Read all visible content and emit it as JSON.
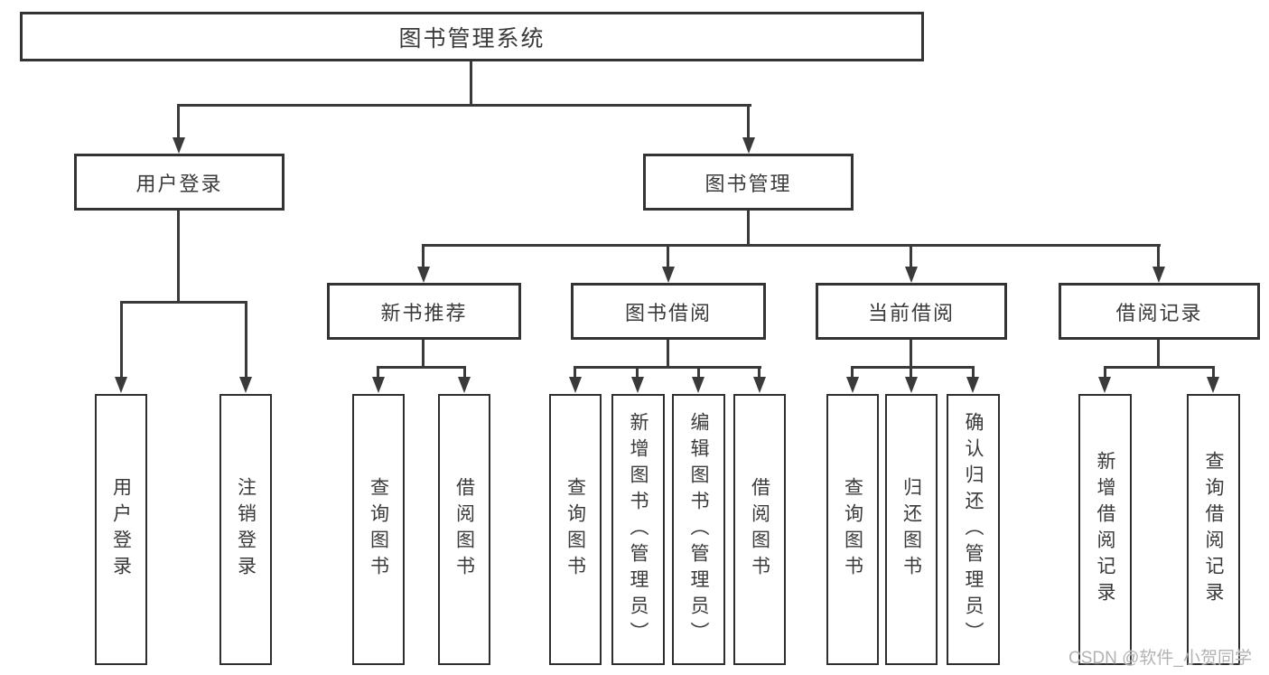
{
  "diagram": {
    "root": {
      "label": "图书管理系统"
    },
    "level2": {
      "user_login": {
        "label": "用户登录"
      },
      "book_mgmt": {
        "label": "图书管理"
      }
    },
    "level3": {
      "new_book_rec": {
        "label": "新书推荐"
      },
      "book_borrow": {
        "label": "图书借阅"
      },
      "current_borrow": {
        "label": "当前借阅"
      },
      "borrow_records": {
        "label": "借阅记录"
      }
    },
    "leaves": {
      "user_login": {
        "label": "用户登录"
      },
      "logout": {
        "label": "注销登录"
      },
      "query_book_1": {
        "label": "查询图书"
      },
      "borrow_book_1": {
        "label": "借阅图书"
      },
      "query_book_2": {
        "label": "查询图书"
      },
      "add_book_admin": {
        "label": "新增图书（管理员）"
      },
      "edit_book_admin": {
        "label": "编辑图书（管理员）"
      },
      "borrow_book_2": {
        "label": "借阅图书"
      },
      "query_book_3": {
        "label": "查询图书"
      },
      "return_book": {
        "label": "归还图书"
      },
      "confirm_return_admin": {
        "label": "确认归还（管理员）"
      },
      "add_borrow_record": {
        "label": "新增借阅记录"
      },
      "query_borrow_record": {
        "label": "查询借阅记录"
      }
    }
  },
  "watermark": {
    "text": "CSDN @软件_小贺同学"
  },
  "colors": {
    "line": "#3a3a3a",
    "text": "#333333",
    "watermark": "#b3b3b3",
    "background": "#ffffff"
  }
}
